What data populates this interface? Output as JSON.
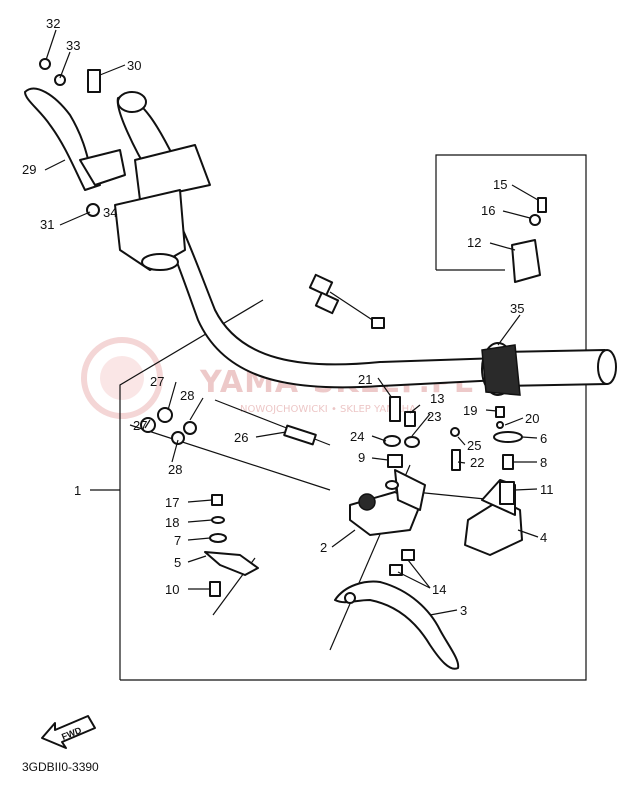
{
  "diagram_code": "3GDBII0-3390",
  "fwd_label": "FWD",
  "watermark": {
    "title": "YAMA-SKLEP.PL",
    "subtitle": "NOWOJCHOWICKI • SKLEP YAMAHA"
  },
  "callouts": [
    {
      "id": "c32",
      "text": "32"
    },
    {
      "id": "c33",
      "text": "33"
    },
    {
      "id": "c30",
      "text": "30"
    },
    {
      "id": "c29",
      "text": "29"
    },
    {
      "id": "c34",
      "text": "34"
    },
    {
      "id": "c31",
      "text": "31"
    },
    {
      "id": "c15",
      "text": "15"
    },
    {
      "id": "c16",
      "text": "16"
    },
    {
      "id": "c12",
      "text": "12"
    },
    {
      "id": "c35",
      "text": "35"
    },
    {
      "id": "c27a",
      "text": "27"
    },
    {
      "id": "c28a",
      "text": "28"
    },
    {
      "id": "c21",
      "text": "21"
    },
    {
      "id": "c13",
      "text": "13"
    },
    {
      "id": "c23",
      "text": "23"
    },
    {
      "id": "c19",
      "text": "19"
    },
    {
      "id": "c20",
      "text": "20"
    },
    {
      "id": "c26",
      "text": "26"
    },
    {
      "id": "c24",
      "text": "24"
    },
    {
      "id": "c25",
      "text": "25"
    },
    {
      "id": "c6",
      "text": "6"
    },
    {
      "id": "c27b",
      "text": "27"
    },
    {
      "id": "c28b",
      "text": "28"
    },
    {
      "id": "c9",
      "text": "9"
    },
    {
      "id": "c22",
      "text": "22"
    },
    {
      "id": "c8",
      "text": "8"
    },
    {
      "id": "c1",
      "text": "1"
    },
    {
      "id": "c11",
      "text": "11"
    },
    {
      "id": "c17",
      "text": "17"
    },
    {
      "id": "c18",
      "text": "18"
    },
    {
      "id": "c2",
      "text": "2"
    },
    {
      "id": "c4",
      "text": "4"
    },
    {
      "id": "c7",
      "text": "7"
    },
    {
      "id": "c5",
      "text": "5"
    },
    {
      "id": "c10",
      "text": "10"
    },
    {
      "id": "c14",
      "text": "14"
    },
    {
      "id": "c3",
      "text": "3"
    }
  ]
}
